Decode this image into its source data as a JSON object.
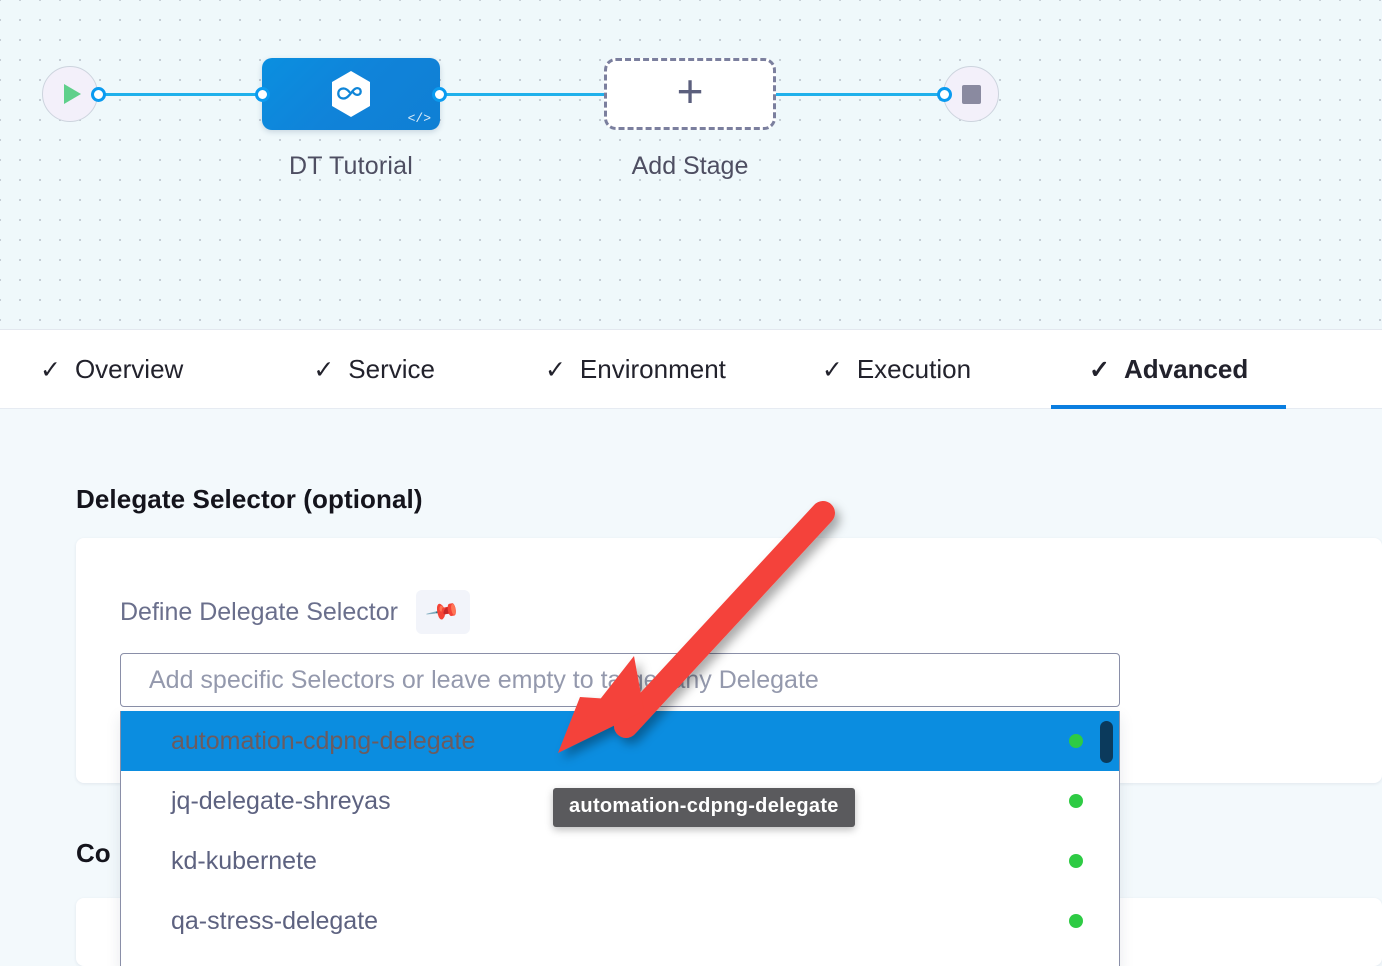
{
  "pipeline": {
    "start_node": {
      "icon": "play-icon",
      "name": "start-node"
    },
    "end_node": {
      "icon": "stop-icon",
      "name": "end-node"
    },
    "stage": {
      "label": "DT Tutorial",
      "icon": "harness-cd-hexagon-icon",
      "badge_icon": "code-icon"
    },
    "add_stage": {
      "label": "Add Stage",
      "icon": "plus-icon"
    }
  },
  "tabs": [
    {
      "label": "Overview",
      "check": "✓",
      "active": false
    },
    {
      "label": "Service",
      "check": "✓",
      "active": false
    },
    {
      "label": "Environment",
      "check": "✓",
      "active": false
    },
    {
      "label": "Execution",
      "check": "✓",
      "active": false
    },
    {
      "label": "Advanced",
      "check": "✓",
      "active": true
    }
  ],
  "advanced": {
    "section_title": "Delegate Selector (optional)",
    "field_label": "Define Delegate Selector",
    "pin_icon": "pin-icon",
    "select": {
      "placeholder": "Add specific Selectors or leave empty to target any Delegate",
      "value": ""
    },
    "dropdown": {
      "options": [
        {
          "label": "automation-cdpng-delegate",
          "status": "connected",
          "selected": true
        },
        {
          "label": "jq-delegate-shreyas",
          "status": "connected",
          "selected": false
        },
        {
          "label": "kd-kubernete",
          "status": "connected",
          "selected": false
        },
        {
          "label": "qa-stress-delegate",
          "status": "connected",
          "selected": false
        }
      ]
    },
    "tooltip": "automation-cdpng-delegate",
    "next_section_title_partial": "Co"
  },
  "colors": {
    "accent_blue": "#0a7ee0",
    "stage_blue": "#0f85d8",
    "connector_blue": "#20b0eb",
    "status_green": "#2ecb44",
    "annotation_red": "#f4433a",
    "canvas_bg": "#eff8fb",
    "page_bg": "#f3f9fc",
    "tooltip_bg": "#5a5a5d",
    "scrollbar_thumb": "#0b3a5c"
  }
}
